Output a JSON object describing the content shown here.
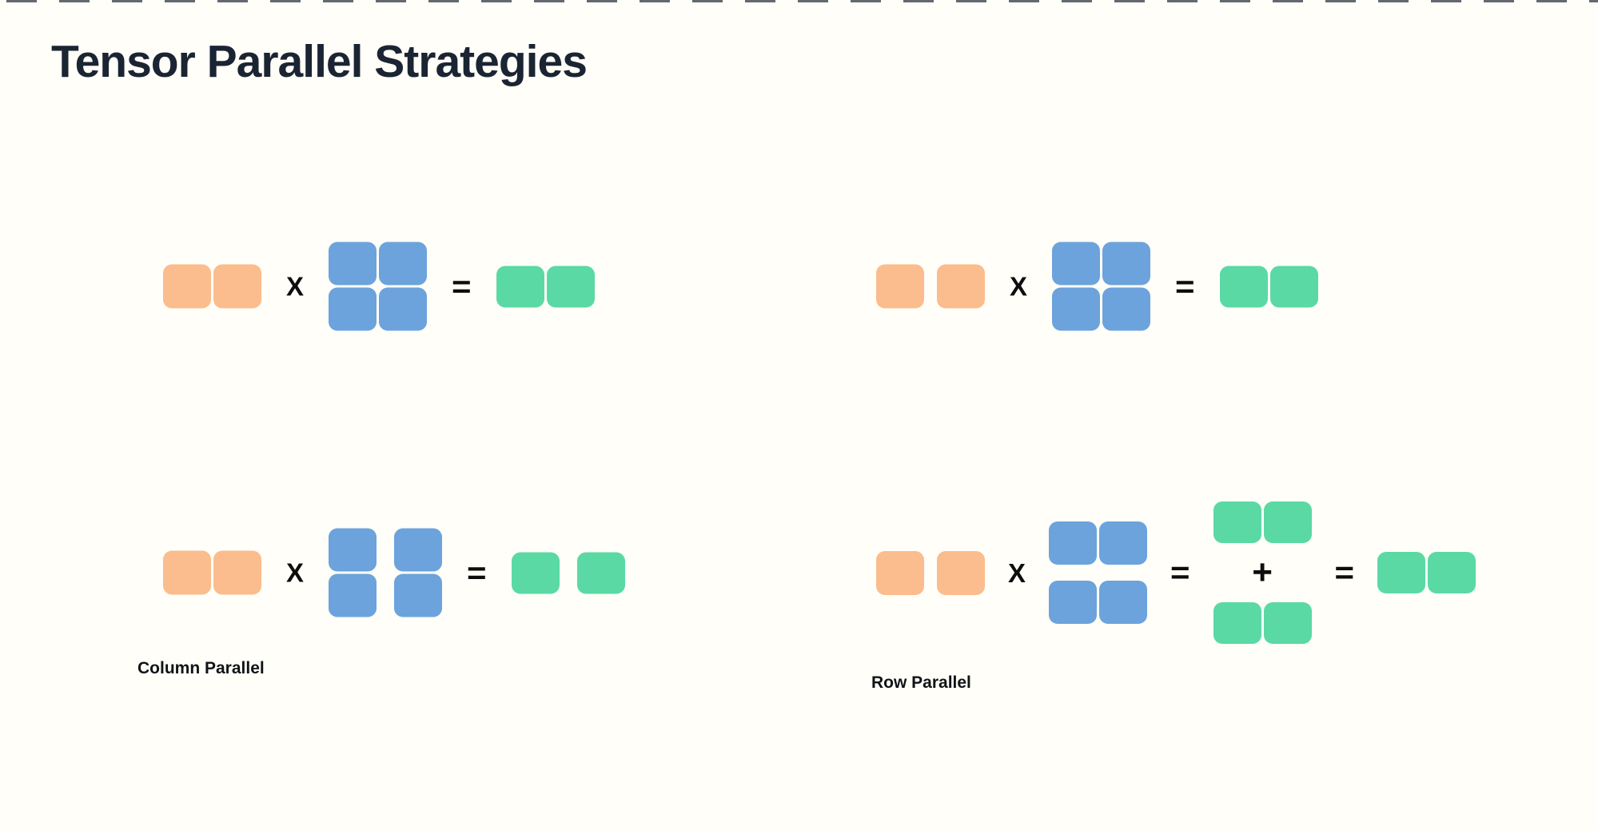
{
  "title": "Tensor Parallel Strategies",
  "operators": {
    "multiply": "X",
    "equals": "=",
    "plus": "+"
  },
  "labels": {
    "column_parallel": "Column Parallel",
    "row_parallel": "Row Parallel"
  },
  "colors": {
    "background": "#FFFEF8",
    "title_text": "#1B2433",
    "input_block": "#FBBD8E",
    "weight_block": "#6CA3DC",
    "output_block": "#5BD9A4",
    "operator_text": "#0D0D0D",
    "top_dashes": "#2E3744"
  }
}
